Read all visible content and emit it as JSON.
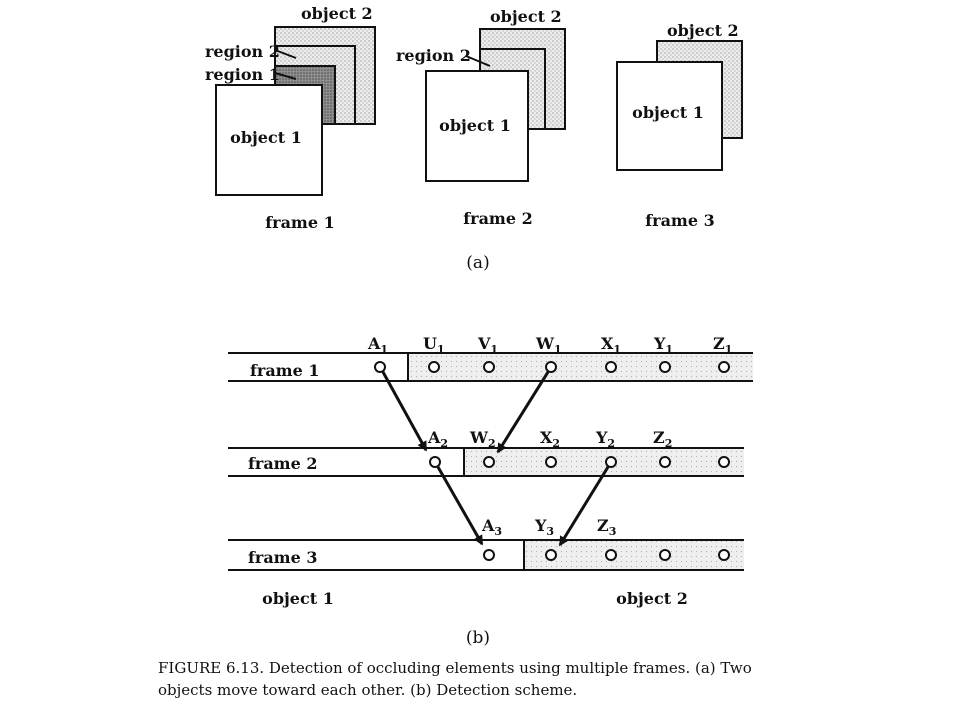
{
  "part_a": {
    "panel_label": "(a)",
    "frames": [
      {
        "name": "frame 1",
        "object1": "object 1",
        "object2": "object 2",
        "regions": [
          "region 2",
          "region 1"
        ]
      },
      {
        "name": "frame 2",
        "object1": "object 1",
        "object2": "object 2",
        "regions": [
          "region 2"
        ]
      },
      {
        "name": "frame 3",
        "object1": "object 1",
        "object2": "object 2",
        "regions": []
      }
    ]
  },
  "part_b": {
    "panel_label": "(b)",
    "object1_label": "object 1",
    "object2_label": "object 2",
    "rows": [
      {
        "name": "frame 1",
        "points": [
          {
            "base": "A",
            "sub": "1"
          },
          {
            "base": "U",
            "sub": "1"
          },
          {
            "base": "V",
            "sub": "1"
          },
          {
            "base": "W",
            "sub": "1"
          },
          {
            "base": "X",
            "sub": "1"
          },
          {
            "base": "Y",
            "sub": "1"
          },
          {
            "base": "Z",
            "sub": "1"
          }
        ]
      },
      {
        "name": "frame 2",
        "points": [
          {
            "base": "A",
            "sub": "2"
          },
          {
            "base": "W",
            "sub": "2"
          },
          {
            "base": "X",
            "sub": "2"
          },
          {
            "base": "Y",
            "sub": "2"
          },
          {
            "base": "Z",
            "sub": "2"
          }
        ]
      },
      {
        "name": "frame 3",
        "points": [
          {
            "base": "A",
            "sub": "3"
          },
          {
            "base": "Y",
            "sub": "3"
          },
          {
            "base": "Z",
            "sub": "3"
          }
        ]
      }
    ]
  },
  "caption": {
    "line1": "FIGURE 6.13. Detection of occluding elements using multiple frames. (a) Two",
    "line2": "objects move toward each other. (b) Detection scheme."
  }
}
